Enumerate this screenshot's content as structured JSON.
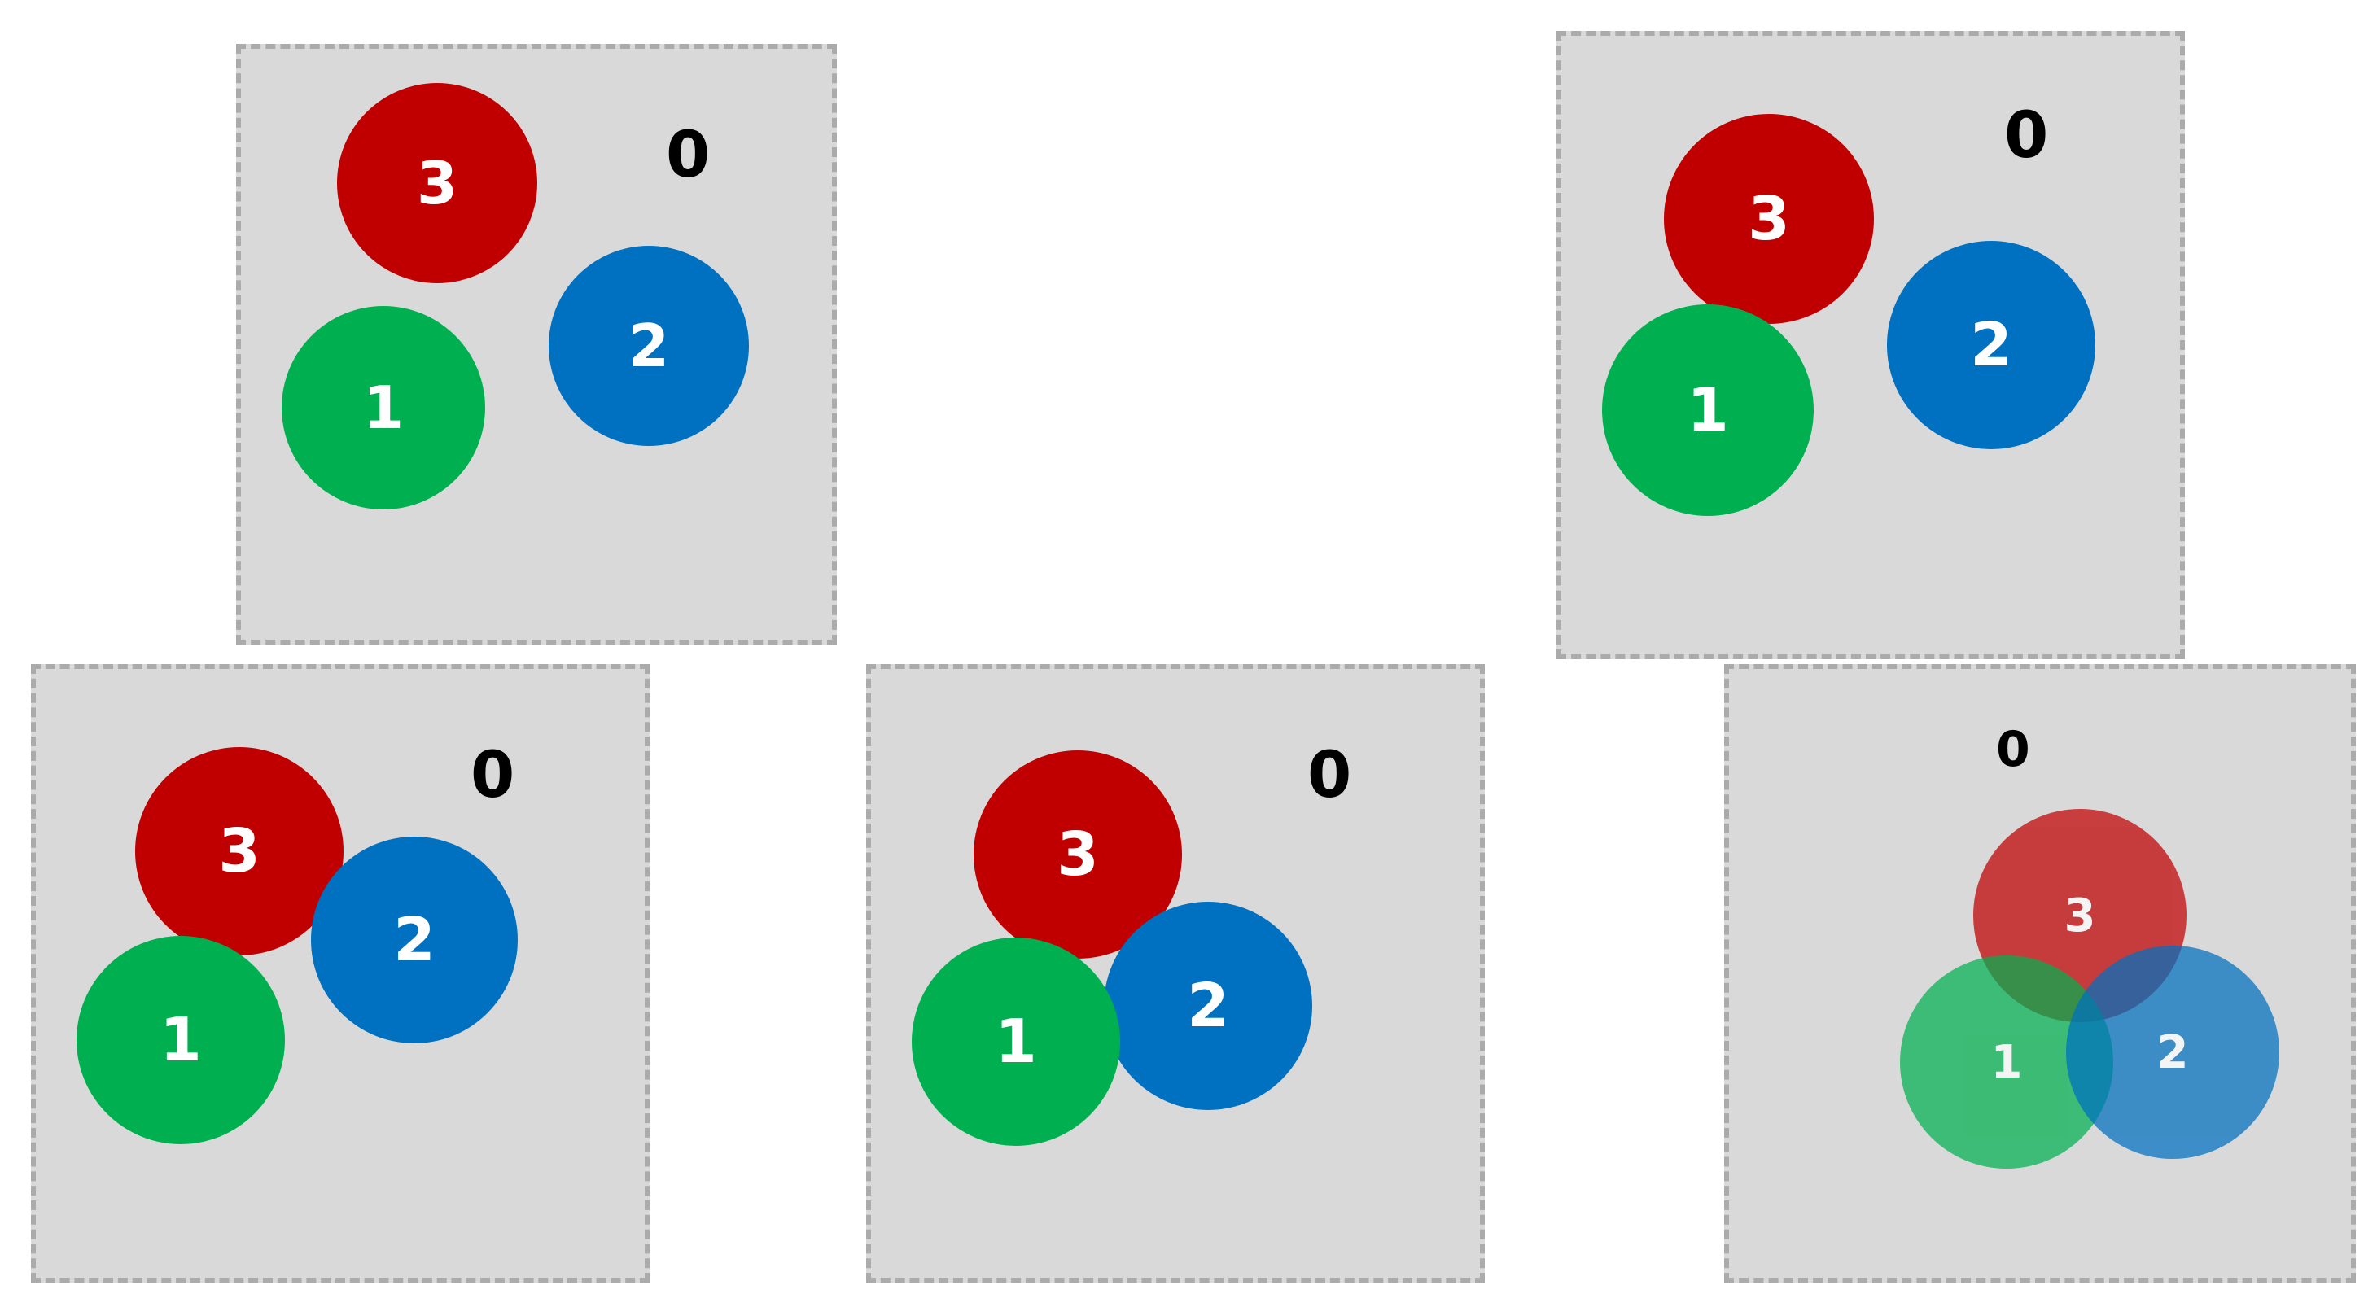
{
  "panels": [
    {
      "zero_label": "0",
      "circles": [
        {
          "label": "3",
          "color": "#c00000"
        },
        {
          "label": "2",
          "color": "#0070c0"
        },
        {
          "label": "1",
          "color": "#00b050"
        }
      ]
    },
    {
      "zero_label": "0",
      "circles": [
        {
          "label": "3",
          "color": "#c00000"
        },
        {
          "label": "2",
          "color": "#0070c0"
        },
        {
          "label": "1",
          "color": "#00b050"
        }
      ]
    },
    {
      "zero_label": "0",
      "circles": [
        {
          "label": "3",
          "color": "#c00000"
        },
        {
          "label": "2",
          "color": "#0070c0"
        },
        {
          "label": "1",
          "color": "#00b050"
        }
      ]
    },
    {
      "zero_label": "0",
      "circles": [
        {
          "label": "3",
          "color": "#c00000"
        },
        {
          "label": "2",
          "color": "#0070c0"
        },
        {
          "label": "1",
          "color": "#00b050"
        }
      ]
    },
    {
      "zero_label": "0",
      "circles": [
        {
          "label": "3",
          "color": "#c00000"
        },
        {
          "label": "1",
          "color": "#00b050"
        },
        {
          "label": "2",
          "color": "#0070c0"
        }
      ]
    }
  ]
}
